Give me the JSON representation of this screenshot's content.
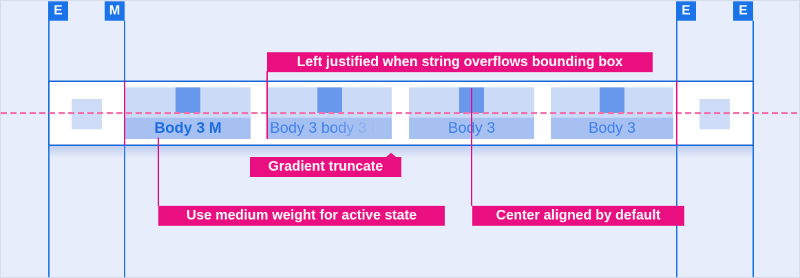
{
  "colors": {
    "background": "#e7edfb",
    "guide_blue": "#1a73e8",
    "bar_border_blue": "#1668d9",
    "bar_background": "#ffffff",
    "tab_surface": "#cbdbf7",
    "indicator_square": "#6898ec",
    "label_band": "#a6c0f2",
    "side_square": "#cfdcf8",
    "tab_text": "#3e7fe8",
    "tab_text_active": "#1a6cdd",
    "annotation_background": "#e90f80",
    "annotation_text": "#ffffff",
    "baseline_pink": "#f173ae"
  },
  "margin_badges": [
    {
      "label": "E"
    },
    {
      "label": "M"
    },
    {
      "label": "E"
    },
    {
      "label": "E"
    }
  ],
  "tab_bar": {
    "tabs": [
      {
        "label": "Body 3 M",
        "state": "active",
        "alignment": "center",
        "weight": "medium"
      },
      {
        "label": "Body 3 body 3 b",
        "state": "default",
        "alignment": "left",
        "truncation": "gradient"
      },
      {
        "label": "Body 3",
        "state": "default",
        "alignment": "center"
      },
      {
        "label": "Body 3",
        "state": "default",
        "alignment": "center"
      }
    ]
  },
  "annotations": [
    {
      "text": "Left justified when string overflows bounding box"
    },
    {
      "text": "Gradient truncate"
    },
    {
      "text": "Use medium weight for active state"
    },
    {
      "text": "Center aligned by default"
    }
  ]
}
